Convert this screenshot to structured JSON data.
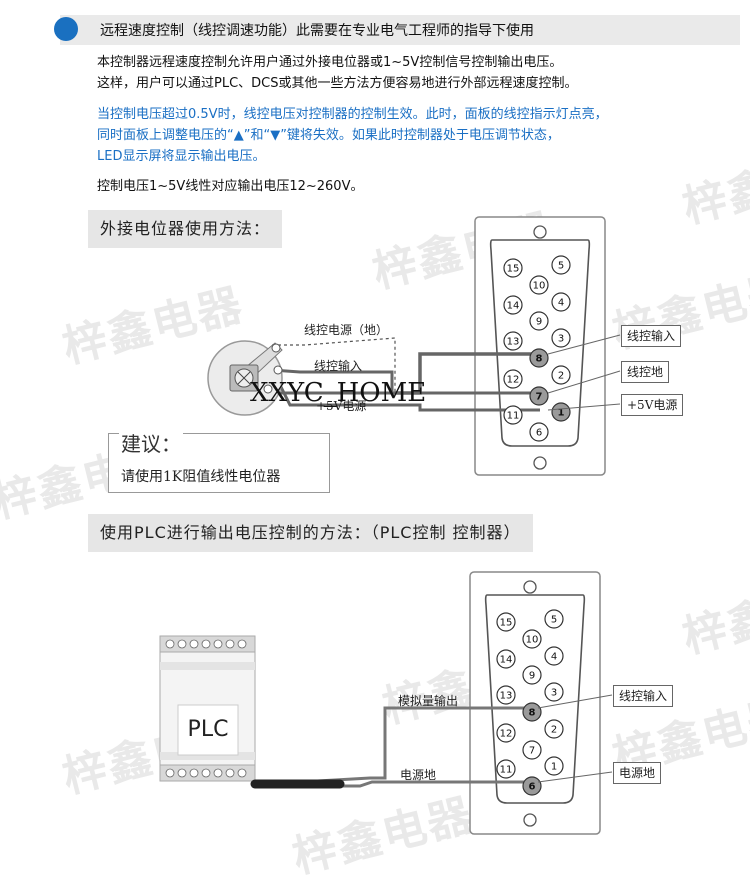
{
  "watermark": "梓鑫电器",
  "header": {
    "title": "远程速度控制（线控调速功能）此需要在专业电气工程师的指导下使用"
  },
  "intro": {
    "line1": "本控制器远程速度控制允许用户通过外接电位器或1~5V控制信号控制输出电压。",
    "line2": "这样，用户可以通过PLC、DCS或其他一些方法方便容易地进行外部远程速度控制。"
  },
  "note": {
    "line1": "当控制电压超过0.5V时，线控电压对控制器的控制生效。此时，面板的线控指示灯点亮，",
    "line2": "同时面板上调整电压的“▲”和“▼”键将失效。如果此时控制器处于电压调节状态，",
    "line3": "LED显示屏将显示输出电压。"
  },
  "spec": "控制电压1~5V线性对应输出电压12~260V。",
  "section1": {
    "title": "外接电位器使用方法：",
    "wire_labels": {
      "ground": "线控电源（地）",
      "input": "线控输入",
      "power": "+5V电源"
    },
    "overlay_text": "XXYC_HOME",
    "advice_title": "建议：",
    "advice_text": "请使用1K阻值线性电位器",
    "callouts": {
      "c8": "线控输入",
      "c7": "线控地",
      "c1": "+5V电源"
    },
    "pins": [
      "15",
      "5",
      "10",
      "14",
      "4",
      "9",
      "13",
      "3",
      "8",
      "12",
      "2",
      "7",
      "11",
      "1",
      "6"
    ]
  },
  "section2": {
    "title": "使用PLC进行输出电压控制的方法：（PLC控制 控制器）",
    "plc_label": "PLC",
    "wire_labels": {
      "analog": "模拟量输出",
      "ground": "电源地"
    },
    "callouts": {
      "c8": "线控输入",
      "c6": "电源地"
    },
    "pins": [
      "15",
      "5",
      "10",
      "14",
      "4",
      "9",
      "13",
      "3",
      "8",
      "12",
      "2",
      "7",
      "11",
      "1",
      "6"
    ]
  },
  "colors": {
    "accent": "#1a70c0",
    "note_text": "#1a6fc4",
    "wire": "#666666"
  }
}
